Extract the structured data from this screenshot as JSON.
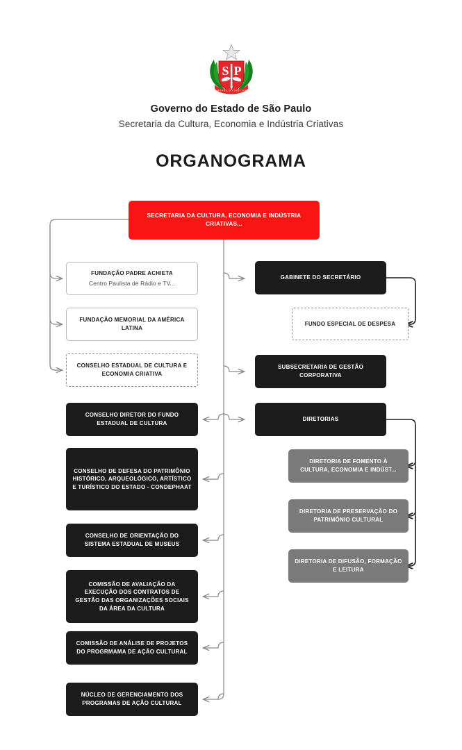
{
  "header": {
    "crest_alt": "sao-paulo-state-coat-of-arms",
    "gov_title": "Governo do Estado de São Paulo",
    "gov_subtitle": "Secretaria da Cultura, Economia e Indústria Criativas",
    "chart_title": "ORGANOGRAMA"
  },
  "colors": {
    "root": "#fa1414",
    "dark": "#1c1c1c",
    "gray": "#7a7a7a",
    "light_border": "#b9b9b9",
    "dashed_border": "#8c8c8c",
    "wire": "#8a8a8a",
    "wire_dark": "#1c1c1c",
    "text_light": "#ffffff",
    "text_dark": "#1c1c1c"
  },
  "chart_data": {
    "type": "diagram",
    "title": "ORGANOGRAMA",
    "root": {
      "id": "root",
      "label": "SECRETARIA DA CULTURA, ECONOMIA E INDÚSTRIA CRIATIVAS...",
      "style": "red"
    },
    "left_branch": [
      {
        "id": "fundacao-padre-achieta",
        "label": "FUNDAÇÃO PADRE ACHIETA",
        "sublabel": "Centro Paulista de Rádio e TV...",
        "style": "light"
      },
      {
        "id": "fundacao-memorial-america-latina",
        "label": "FUNDAÇÃO MEMORIAL DA AMÉRICA LATINA",
        "style": "light"
      },
      {
        "id": "conselho-estadual-cultura-economia-criativa",
        "label": "CONSELHO ESTADUAL DE CULTURA E ECONOMIA CRIATIVA",
        "style": "dashed"
      }
    ],
    "right_branch": [
      {
        "id": "gabinete-do-secretario",
        "label": "GABINETE DO SECRETÁRIO",
        "style": "dark"
      },
      {
        "id": "fundo-especial-de-despesa",
        "label": "FUNDO ESPECIAL DE DESPESA",
        "style": "dashed",
        "parent": "gabinete-do-secretario"
      },
      {
        "id": "subsecretaria-de-gestao-corporativa",
        "label": "SUBSECRETARIA DE GESTÃO CORPORATIVA",
        "style": "dark"
      },
      {
        "id": "diretorias",
        "label": "DIRETORIAS",
        "style": "dark"
      }
    ],
    "diretorias_children": [
      {
        "id": "diretoria-fomento-cultura",
        "label": "DIRETORIA DE FOMENTO À CULTURA, ECONOMIA E INDÚST...",
        "style": "gray"
      },
      {
        "id": "diretoria-preservacao-patrimonio",
        "label": "DIRETORIA DE PRESERVAÇÃO DO PATRIMÔNIO CULTURAL",
        "style": "gray"
      },
      {
        "id": "diretoria-difusao-formacao-leitura",
        "label": "DIRETORIA DE DIFUSÃO, FORMAÇÃO E LEITURA",
        "style": "gray"
      }
    ],
    "trunk_left_nodes": [
      {
        "id": "conselho-diretor-fundo-estadual-cultura",
        "label": "CONSELHO DIRETOR DO FUNDO ESTADUAL DE CULTURA",
        "style": "dark"
      },
      {
        "id": "condephaat",
        "label": "CONSELHO DE DEFESA DO PATRIMÔNIO HISTÓRICO, ARQUEOLÓGICO, ARTÍSTICO E TURÍSTICO DO ESTADO - CONDEPHAAT",
        "style": "dark"
      },
      {
        "id": "conselho-orientacao-sistema-museus",
        "label": "CONSELHO DE ORIENTAÇÃO DO SISTEMA ESTADUAL DE MUSEUS",
        "style": "dark"
      },
      {
        "id": "comissao-avaliacao-contratos-gestao",
        "label": "COMISSÃO DE AVALIAÇÃO DA EXECUÇÃO DOS CONTRATOS DE GESTÃO DAS ORGANIZAÇÕES SOCIAIS DA ÁREA DA CULTURA",
        "style": "dark"
      },
      {
        "id": "comissao-analise-projetos",
        "label": "COMISSÃO DE ANÁLISE DE PROJETOS DO PROGRMAMA DE AÇÃO CULTURAL",
        "style": "dark"
      },
      {
        "id": "nucleo-gerenciamento-programas",
        "label": "NÚCLEO DE GERENCIAMENTO DOS PROGRAMAS DE AÇÃO CULTURAL",
        "style": "dark"
      }
    ]
  }
}
